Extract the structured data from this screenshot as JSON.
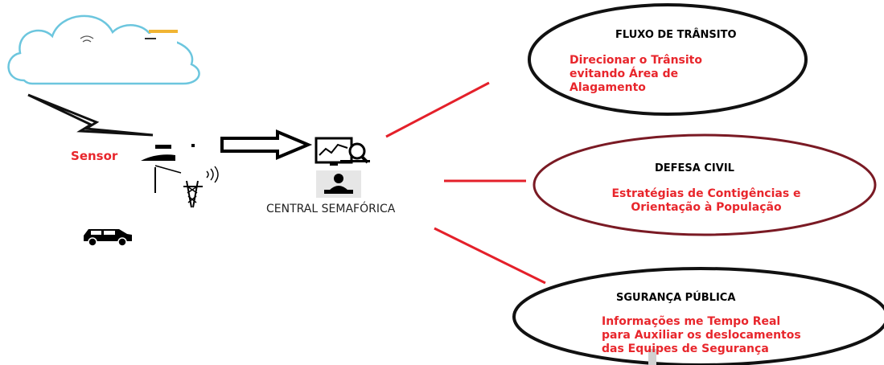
{
  "sensor": {
    "label_prefix": "S",
    "label_rest": "ensor"
  },
  "central": {
    "label": "CENTRAL SEMAFÓRICA"
  },
  "nodes": {
    "fluxo": {
      "title": "FLUXO DE TRÂNSITO",
      "lines": [
        "Direcionar o Trânsito",
        "evitando Área de",
        "Alagamento"
      ]
    },
    "defesa": {
      "title": "DEFESA CIVIL",
      "lines": [
        "Estratégias de Contigências e",
        "Orientação à População"
      ]
    },
    "seguranca": {
      "title": "SGURANÇA PÚBLICA",
      "lines": [
        "Informações me Tempo Real",
        "para Auxiliar os deslocamentos",
        "das Equipes de Segurança"
      ]
    }
  },
  "colors": {
    "accent_red": "#e4202a",
    "text_red": "#e8262c",
    "cloud_stroke": "#6cc6de",
    "ellipse_dark": "#111111",
    "ellipse_maroon": "#7a1a24"
  },
  "icons": [
    "cloud-icon",
    "lightning-icon",
    "sensor-icon",
    "antenna-tower-icon",
    "car-icon",
    "monitor-chart-icon",
    "operator-icon",
    "arrow-right-icon"
  ]
}
